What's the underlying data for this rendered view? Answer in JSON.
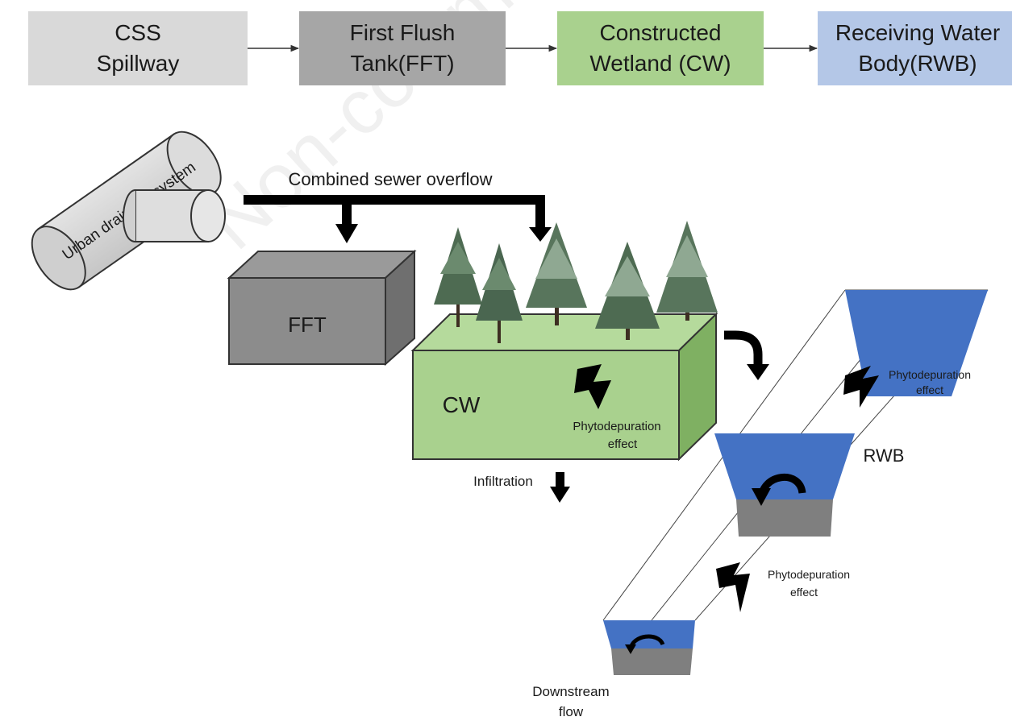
{
  "flow_boxes": [
    {
      "line1": "CSS",
      "line2": "Spillway",
      "color": "#d9d9d9"
    },
    {
      "line1": "First Flush",
      "line2": "Tank(FFT)",
      "color": "#a6a6a6"
    },
    {
      "line1": "Constructed",
      "line2": "Wetland (CW)",
      "color": "#a9d18e"
    },
    {
      "line1": "Receiving Water",
      "line2": "Body(RWB)",
      "color": "#b4c7e7"
    }
  ],
  "pipe_label": "Urban drainage system",
  "overflow_label": "Combined sewer overflow",
  "fft_label": "FFT",
  "cw_label": "CW",
  "cw_effect": {
    "line1": "Phytodepuration",
    "line2": "effect"
  },
  "infiltration_label": "Infiltration",
  "rwb_label": "RWB",
  "rwb_effect_top": {
    "line1": "Phytodepuration",
    "line2": "effect"
  },
  "rwb_effect_bottom": {
    "line1": "Phytodepuration",
    "line2": "effect"
  },
  "downstream_label": {
    "line1": "Downstream",
    "line2": "flow"
  },
  "watermark": "Non-commercial",
  "colors": {
    "water": "#4472c4",
    "sediment": "#7f7f7f",
    "wetland": "#a9d18e",
    "tank": "#8c8c8c",
    "tree": "#4e6b52"
  }
}
